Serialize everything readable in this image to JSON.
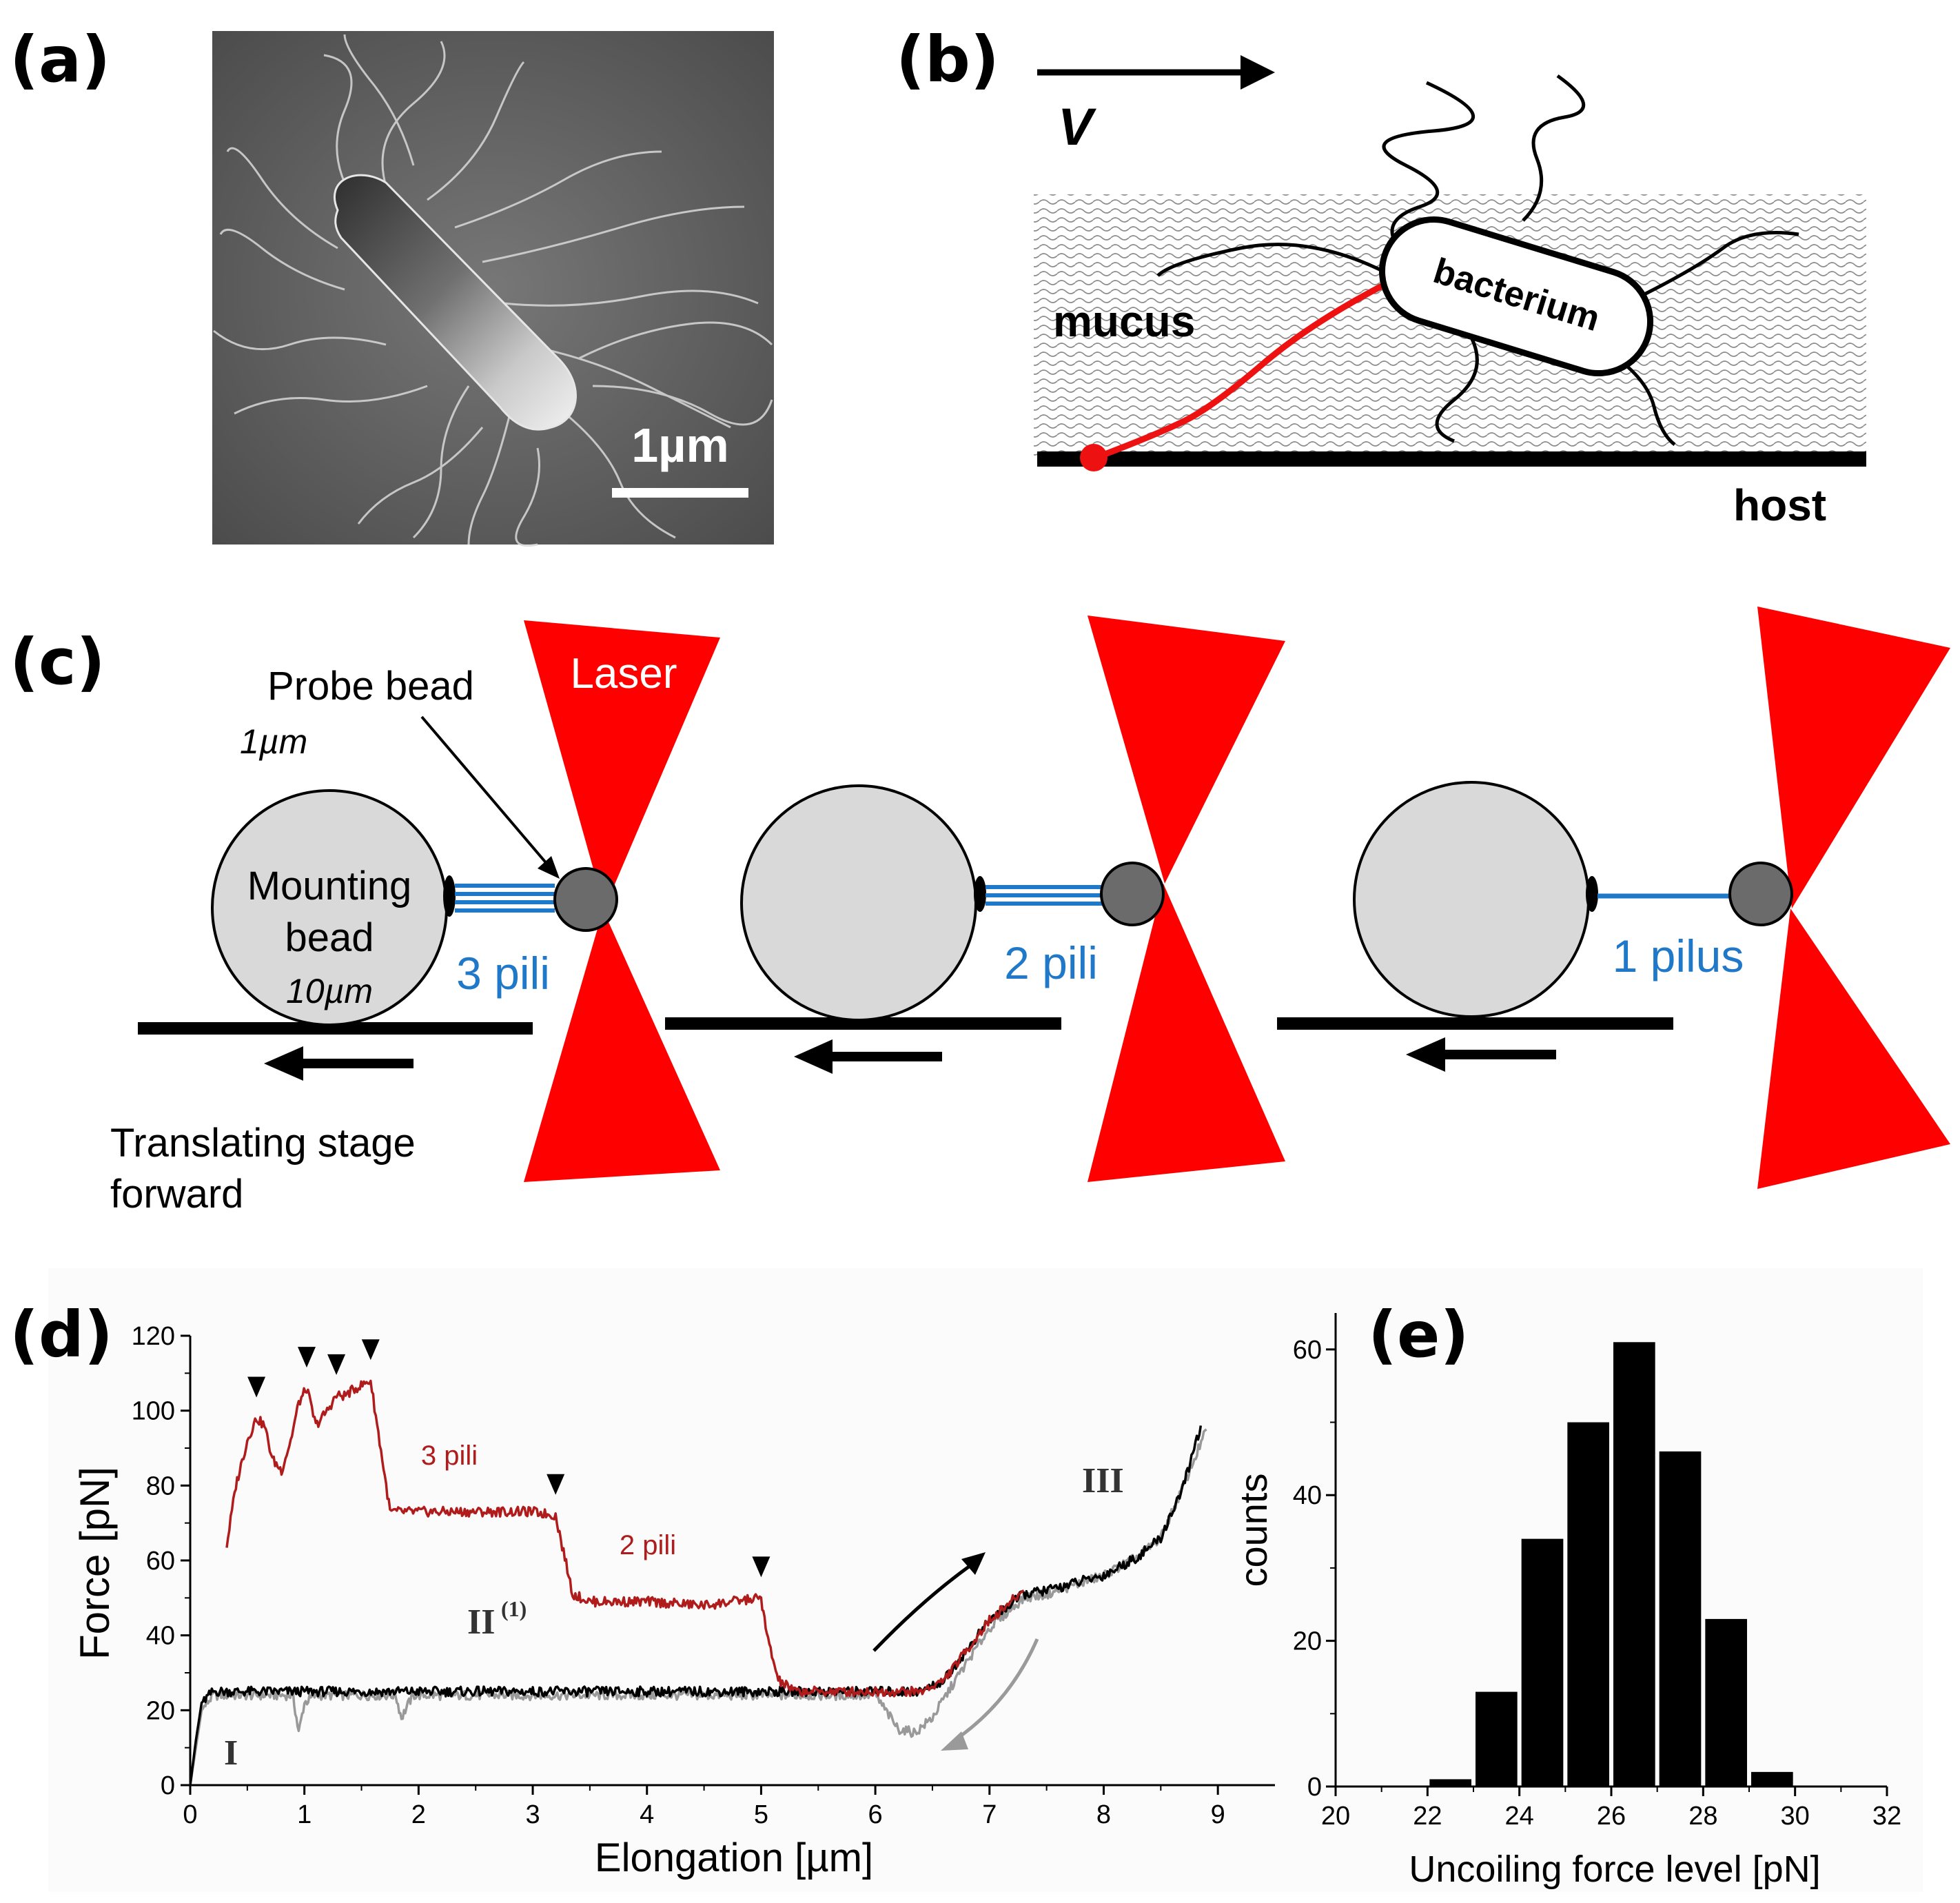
{
  "panels": {
    "a": {
      "label": "(a)",
      "scalebar": "1µm"
    },
    "b": {
      "label": "(b)",
      "velocity": "V",
      "mucus": "mucus",
      "bacterium": "bacterium",
      "host": "host"
    },
    "c": {
      "label": "(c)",
      "laser": "Laser",
      "probe_bead": "Probe bead",
      "probe_size": "1µm",
      "mounting_line1": "Mounting",
      "mounting_line2": "bead",
      "mounting_size": "10µm",
      "pili3": "3 pili",
      "pili2": "2 pili",
      "pili1": "1 pilus",
      "stage_line1": "Translating stage",
      "stage_line2": "forward"
    },
    "d": {
      "label": "(d)",
      "xlabel": "Elongation [µm]",
      "ylabel": "Force [pN]",
      "ann_3pili": "3 pili",
      "ann_2pili": "2 pili",
      "region_I": "I",
      "region_II": "II",
      "region_II_sup": "(1)",
      "region_III": "III"
    },
    "e": {
      "label": "(e)",
      "xlabel": "Uncoiling force level [pN]",
      "ylabel": "counts"
    }
  },
  "chart_data": [
    {
      "id": "d",
      "type": "line",
      "xlabel": "Elongation [µm]",
      "ylabel": "Force [pN]",
      "xlim": [
        0,
        9.5
      ],
      "ylim": [
        0,
        120
      ],
      "xticks": [
        0,
        1,
        2,
        3,
        4,
        5,
        6,
        7,
        8,
        9
      ],
      "yticks": [
        0,
        20,
        40,
        60,
        80,
        100,
        120
      ],
      "series": [
        {
          "color": "#999999",
          "x": [
            0,
            0.05,
            0.1,
            0.2,
            0.5,
            0.9,
            0.95,
            1.0,
            1.1,
            1.8,
            1.85,
            1.95,
            3.0,
            4.0,
            5.0,
            6.0,
            6.2,
            6.35,
            6.5,
            6.7,
            7.0,
            7.3,
            7.5,
            8.0,
            8.3,
            8.5,
            8.7,
            8.9
          ],
          "y": [
            0,
            10,
            20,
            24,
            24,
            24,
            14,
            22,
            24,
            24,
            18,
            24,
            24,
            24,
            24,
            24,
            15,
            14,
            18,
            28,
            42,
            50,
            51,
            56,
            61,
            66,
            80,
            95
          ]
        },
        {
          "color": "#000000",
          "x": [
            0,
            0.05,
            0.1,
            0.2,
            1.0,
            2.0,
            3.0,
            4.0,
            5.0,
            6.0,
            6.4,
            6.6,
            6.8,
            7.0,
            7.3,
            7.5,
            8.0,
            8.3,
            8.5,
            8.7,
            8.85
          ],
          "y": [
            0,
            12,
            22,
            25,
            25,
            25,
            25,
            25,
            25,
            25,
            25,
            28,
            36,
            44,
            51,
            52,
            56,
            61,
            66,
            80,
            96
          ]
        },
        {
          "color": "#b01c1c",
          "x": [
            0.32,
            0.4,
            0.5,
            0.58,
            0.65,
            0.72,
            0.8,
            0.88,
            0.95,
            1.02,
            1.1,
            1.2,
            1.28,
            1.35,
            1.45,
            1.58,
            1.75,
            2.0,
            2.5,
            3.0,
            3.2,
            3.35,
            3.5,
            4.0,
            4.5,
            5.0,
            5.05,
            5.15,
            5.3,
            6.0,
            6.4,
            6.6,
            6.8,
            7.0,
            7.3
          ],
          "y": [
            64,
            80,
            92,
            98,
            96,
            87,
            84,
            92,
            102,
            106,
            96,
            100,
            104,
            104,
            106,
            108,
            73,
            73,
            73,
            73,
            72,
            51,
            49,
            49,
            48,
            50,
            40,
            28,
            25,
            25,
            25,
            28,
            36,
            44,
            52
          ]
        }
      ],
      "markers_x": [
        0.58,
        1.02,
        1.28,
        1.58,
        3.2,
        5.0
      ]
    },
    {
      "id": "e",
      "type": "bar",
      "xlabel": "Uncoiling force level [pN]",
      "ylabel": "counts",
      "xlim": [
        20,
        32
      ],
      "ylim": [
        0,
        65
      ],
      "xticks": [
        20,
        22,
        24,
        26,
        28,
        30,
        32
      ],
      "yticks": [
        0,
        20,
        40,
        60
      ],
      "bin_width": 1,
      "bin_centers": [
        22.5,
        23.5,
        24.5,
        25.5,
        26.5,
        27.5,
        28.5,
        29.5
      ],
      "values": [
        1,
        13,
        34,
        50,
        61,
        46,
        23,
        2
      ]
    }
  ]
}
